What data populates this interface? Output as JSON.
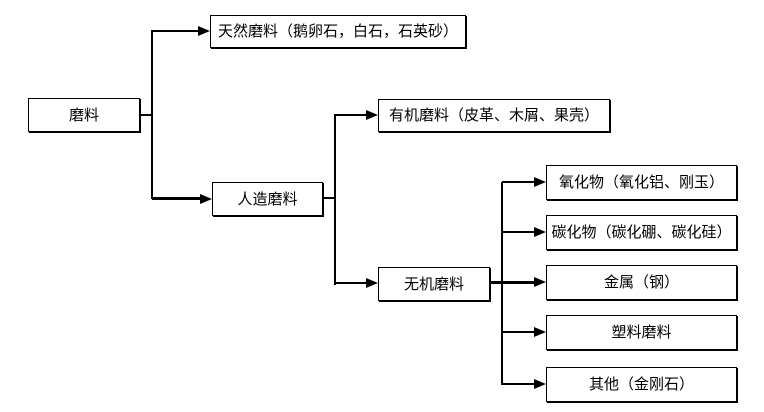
{
  "diagram": {
    "type": "flowchart-tree",
    "background_color": "#ffffff",
    "line_color": "#000000",
    "nodes": {
      "root": "磨料",
      "natural": "天然磨料（鹅卵石，白石，石英砂）",
      "artificial": "人造磨料",
      "organic": "有机磨料（皮革、木屑、果壳）",
      "inorganic": "无机磨料",
      "oxide": "氧化物（氧化铝、刚玉）",
      "carbide": "碳化物（碳化硼、碳化硅）",
      "metal": "金属（钢）",
      "plastic": "塑料磨料",
      "other": "其他（金刚石）"
    },
    "edges": [
      {
        "from": "root",
        "to": "natural"
      },
      {
        "from": "root",
        "to": "artificial"
      },
      {
        "from": "artificial",
        "to": "organic"
      },
      {
        "from": "artificial",
        "to": "inorganic"
      },
      {
        "from": "inorganic",
        "to": "oxide"
      },
      {
        "from": "inorganic",
        "to": "carbide"
      },
      {
        "from": "inorganic",
        "to": "metal"
      },
      {
        "from": "inorganic",
        "to": "plastic"
      },
      {
        "from": "inorganic",
        "to": "other"
      }
    ]
  }
}
